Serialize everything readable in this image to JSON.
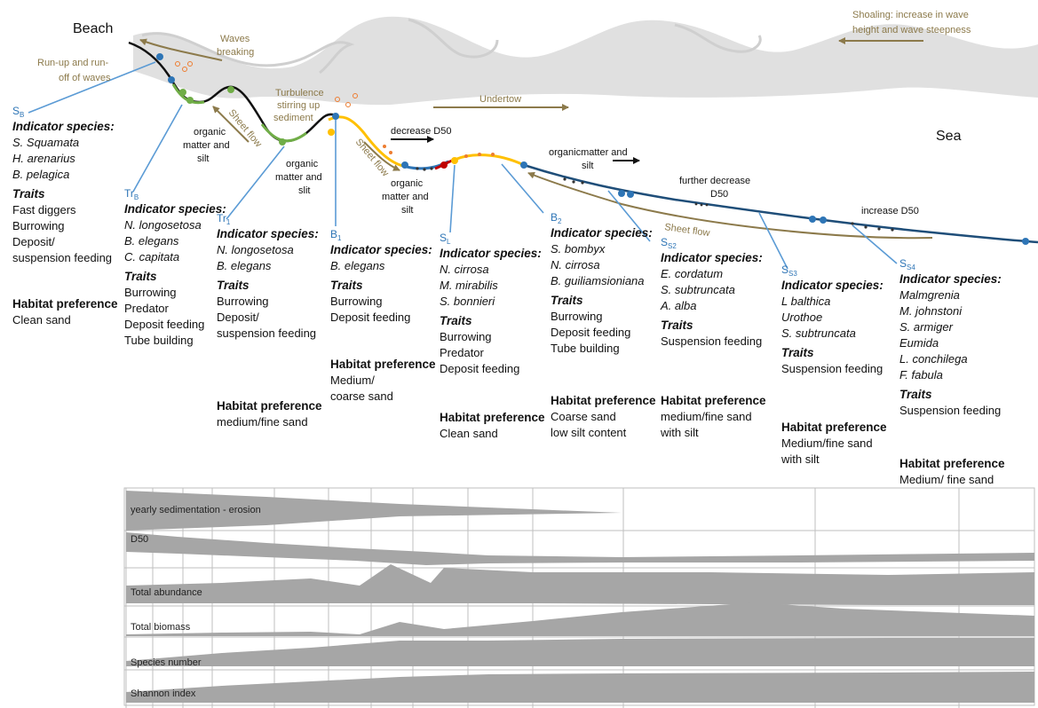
{
  "header": {
    "beach": "Beach",
    "sea": "Sea"
  },
  "annotations": {
    "shoaling": [
      "Shoaling: increase in wave",
      "height and wave steepness"
    ],
    "waves_breaking": [
      "Waves",
      "breaking"
    ],
    "runup": [
      "Run-up and run-",
      "off of waves"
    ],
    "turbulence": [
      "Turbulence",
      "stirring up",
      "sediment"
    ],
    "undertow": "Undertow",
    "sheet_flow": "Sheet flow",
    "decrease_d50": "decrease D50",
    "further_decrease": [
      "further decrease",
      "D50"
    ],
    "increase_d50": "increase D50",
    "om_silt_1": [
      "organic",
      "matter and",
      "silt"
    ],
    "om_slit_2": [
      "organic",
      "matter and",
      "slit"
    ],
    "om_silt_3": [
      "organic",
      "matter and",
      "silt"
    ],
    "om_silt_4": [
      "organicmatter and",
      "silt"
    ]
  },
  "headings": {
    "indicator": "Indicator species:",
    "traits": "Traits",
    "habitat": "Habitat preference"
  },
  "stations": [
    {
      "id": "SB",
      "main": "S",
      "sub": "B",
      "species": [
        "S. Squamata",
        "H. arenarius",
        "B. pelagica"
      ],
      "traits": [
        "Fast diggers",
        "Burrowing",
        "Deposit/",
        "suspension feeding"
      ],
      "habitat": [
        "Clean sand"
      ]
    },
    {
      "id": "TrB",
      "main": "Tr",
      "sub": "B",
      "species": [
        "N. longosetosa",
        "B. elegans",
        "C. capitata"
      ],
      "traits": [
        "Burrowing",
        "Predator",
        "Deposit feeding",
        "Tube building"
      ],
      "habitat": []
    },
    {
      "id": "Tr1",
      "main": "Tr",
      "sub": "1",
      "species": [
        "N. longosetosa",
        "B. elegans"
      ],
      "traits": [
        "Burrowing",
        "Deposit/",
        "suspension feeding"
      ],
      "habitat": [
        "medium/fine sand"
      ]
    },
    {
      "id": "B1",
      "main": "B",
      "sub": "1",
      "species": [
        "B. elegans"
      ],
      "traits": [
        "Burrowing",
        "Deposit feeding"
      ],
      "habitat": [
        "Medium/",
        "coarse sand"
      ]
    },
    {
      "id": "SL",
      "main": "S",
      "sub": "L",
      "species": [
        "N. cirrosa",
        "M. mirabilis",
        "S. bonnieri"
      ],
      "traits": [
        "Burrowing",
        "Predator",
        "Deposit feeding"
      ],
      "habitat": [
        "Clean sand"
      ]
    },
    {
      "id": "B2",
      "main": "B",
      "sub": "2",
      "species": [
        "S. bombyx",
        "N. cirrosa",
        "B. guiliamsioniana"
      ],
      "traits": [
        "Burrowing",
        "Deposit feeding",
        "Tube building"
      ],
      "habitat": [
        "Coarse sand",
        "low silt content"
      ]
    },
    {
      "id": "SS2",
      "main": "S",
      "sub": "S2",
      "species": [
        "E. cordatum",
        "S. subtruncata",
        "A. alba"
      ],
      "traits": [
        "Suspension feeding"
      ],
      "habitat": [
        "medium/fine sand",
        "with silt"
      ]
    },
    {
      "id": "SS3",
      "main": "S",
      "sub": "S3",
      "species": [
        "L balthica",
        "Urothoe",
        "S. subtruncata"
      ],
      "traits": [
        "Suspension feeding"
      ],
      "habitat": [
        "Medium/fine sand",
        "with silt"
      ]
    },
    {
      "id": "SS4",
      "main": "S",
      "sub": "S4",
      "species": [
        "Malmgrenia",
        "M. johnstoni",
        "S. armiger",
        "Eumida",
        "L. conchilega",
        "F. fabula"
      ],
      "traits": [
        "Suspension feeding"
      ],
      "habitat": [
        "Medium/ fine sand"
      ]
    }
  ],
  "profile_rows": [
    "yearly sedimentation - erosion",
    "D50",
    "Total abundance",
    "Total biomass",
    "Species number",
    "Shannon index"
  ],
  "colors": {
    "station_blue": "#2e75b6",
    "arrow_khaki": "#8c7a4b",
    "wave_grey": "#d9d9d9",
    "band_grey": "#a6a6a6",
    "green": "#70ad47",
    "yellow": "#ffc000",
    "red": "#c00000",
    "orange": "#ed7d31"
  }
}
